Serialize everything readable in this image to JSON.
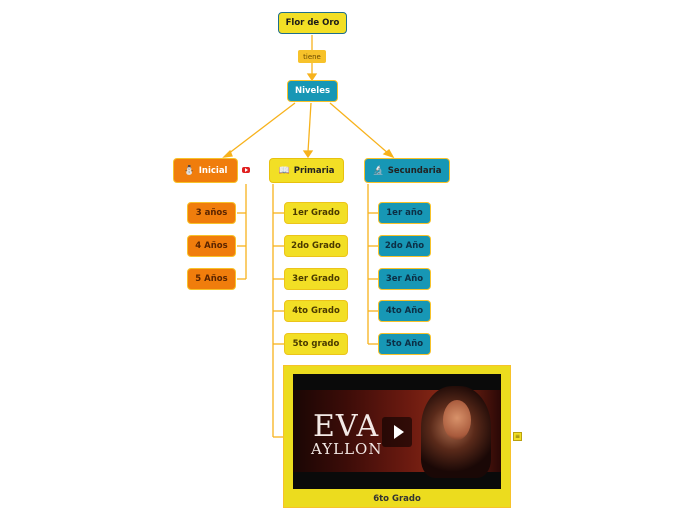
{
  "root": {
    "label": "Flor de Oro"
  },
  "link": {
    "label": "tiene"
  },
  "niveles": {
    "label": "Niveles"
  },
  "branches": {
    "inicial": {
      "label": "Inicial",
      "icon": "⛄",
      "items": [
        "3 años",
        "4 Años",
        "5 Años"
      ]
    },
    "primaria": {
      "label": "Primaria",
      "icon": "📖",
      "items": [
        "1er Grado",
        "2do Grado",
        "3er Grado",
        "4to Grado",
        "5to grado"
      ]
    },
    "secundaria": {
      "label": "Secundaria",
      "icon": "🔬",
      "items": [
        "1er año",
        "2do Año",
        "3er Año",
        "4to Año",
        "5to Año"
      ]
    }
  },
  "video_node": {
    "caption": "6to Grado",
    "thumbnail_title": "EVA",
    "thumbnail_subtitle": "AYLLON"
  },
  "colors": {
    "yellow": "#f2df25",
    "orange": "#f07d0c",
    "teal": "#1797b5",
    "connector": "#f7b21c"
  }
}
